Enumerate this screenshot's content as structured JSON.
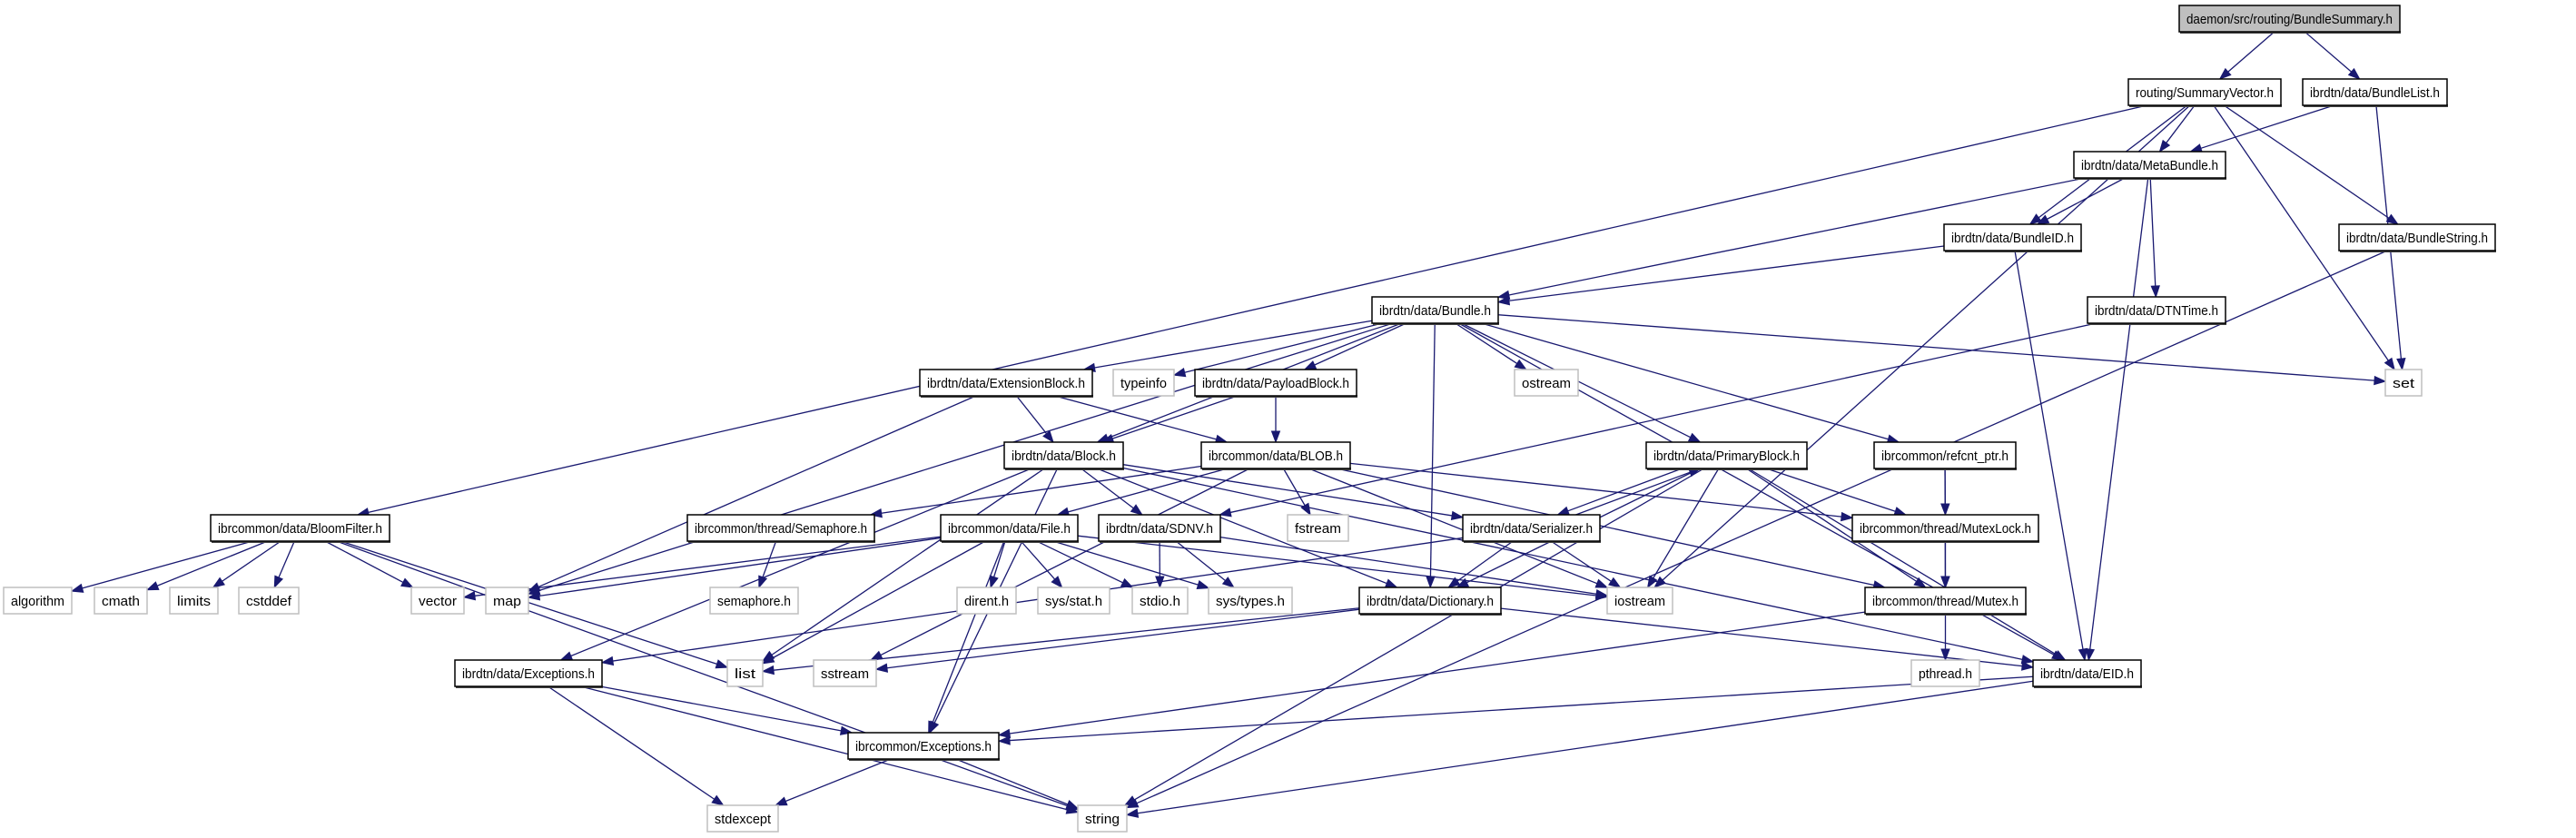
{
  "colors": {
    "edge": "#191970",
    "root_fill": "#bfbfbf",
    "external_border": "#bfbfbf",
    "documented_border": "#000000"
  },
  "nodes": [
    {
      "id": "root",
      "label": "daemon/src/routing/BundleSummary.h",
      "kind": "root"
    },
    {
      "id": "sv",
      "label": "routing/SummaryVector.h",
      "kind": "doc"
    },
    {
      "id": "bl",
      "label": "ibrdtn/data/BundleList.h",
      "kind": "doc"
    },
    {
      "id": "mb",
      "label": "ibrdtn/data/MetaBundle.h",
      "kind": "doc"
    },
    {
      "id": "bid",
      "label": "ibrdtn/data/BundleID.h",
      "kind": "doc"
    },
    {
      "id": "bs",
      "label": "ibrdtn/data/BundleString.h",
      "kind": "doc"
    },
    {
      "id": "bundle",
      "label": "ibrdtn/data/Bundle.h",
      "kind": "doc"
    },
    {
      "id": "dtn",
      "label": "ibrdtn/data/DTNTime.h",
      "kind": "doc"
    },
    {
      "id": "ext",
      "label": "ibrdtn/data/ExtensionBlock.h",
      "kind": "doc"
    },
    {
      "id": "typeinfo",
      "label": "typeinfo",
      "kind": "ext"
    },
    {
      "id": "payload",
      "label": "ibrdtn/data/PayloadBlock.h",
      "kind": "doc"
    },
    {
      "id": "ostream",
      "label": "ostream",
      "kind": "ext"
    },
    {
      "id": "set",
      "label": "set",
      "kind": "ext"
    },
    {
      "id": "block",
      "label": "ibrdtn/data/Block.h",
      "kind": "doc"
    },
    {
      "id": "blob",
      "label": "ibrcommon/data/BLOB.h",
      "kind": "doc"
    },
    {
      "id": "primary",
      "label": "ibrdtn/data/PrimaryBlock.h",
      "kind": "doc"
    },
    {
      "id": "refcnt",
      "label": "ibrcommon/refcnt_ptr.h",
      "kind": "doc"
    },
    {
      "id": "bloom",
      "label": "ibrcommon/data/BloomFilter.h",
      "kind": "doc"
    },
    {
      "id": "sema",
      "label": "ibrcommon/thread/Semaphore.h",
      "kind": "doc"
    },
    {
      "id": "file",
      "label": "ibrcommon/data/File.h",
      "kind": "doc"
    },
    {
      "id": "sdnv",
      "label": "ibrdtn/data/SDNV.h",
      "kind": "doc"
    },
    {
      "id": "fstream",
      "label": "fstream",
      "kind": "ext"
    },
    {
      "id": "ser",
      "label": "ibrdtn/data/Serializer.h",
      "kind": "doc"
    },
    {
      "id": "mlock",
      "label": "ibrcommon/thread/MutexLock.h",
      "kind": "doc"
    },
    {
      "id": "algorithm",
      "label": "algorithm",
      "kind": "ext"
    },
    {
      "id": "cmath",
      "label": "cmath",
      "kind": "ext"
    },
    {
      "id": "limits",
      "label": "limits",
      "kind": "ext"
    },
    {
      "id": "cstddef",
      "label": "cstddef",
      "kind": "ext"
    },
    {
      "id": "vector",
      "label": "vector",
      "kind": "ext"
    },
    {
      "id": "map",
      "label": "map",
      "kind": "ext"
    },
    {
      "id": "semah",
      "label": "semaphore.h",
      "kind": "ext"
    },
    {
      "id": "dirent",
      "label": "dirent.h",
      "kind": "ext"
    },
    {
      "id": "sysstat",
      "label": "sys/stat.h",
      "kind": "ext"
    },
    {
      "id": "stdio",
      "label": "stdio.h",
      "kind": "ext"
    },
    {
      "id": "systypes",
      "label": "sys/types.h",
      "kind": "ext"
    },
    {
      "id": "iostream",
      "label": "iostream",
      "kind": "ext"
    },
    {
      "id": "dict",
      "label": "ibrdtn/data/Dictionary.h",
      "kind": "doc"
    },
    {
      "id": "mutex",
      "label": "ibrcommon/thread/Mutex.h",
      "kind": "doc"
    },
    {
      "id": "dexc",
      "label": "ibrdtn/data/Exceptions.h",
      "kind": "doc"
    },
    {
      "id": "list",
      "label": "list",
      "kind": "ext"
    },
    {
      "id": "sstream",
      "label": "sstream",
      "kind": "ext"
    },
    {
      "id": "pthread",
      "label": "pthread.h",
      "kind": "ext"
    },
    {
      "id": "eid",
      "label": "ibrdtn/data/EID.h",
      "kind": "doc"
    },
    {
      "id": "cexc",
      "label": "ibrcommon/Exceptions.h",
      "kind": "doc"
    },
    {
      "id": "stdexcept",
      "label": "stdexcept",
      "kind": "ext"
    },
    {
      "id": "string",
      "label": "string",
      "kind": "ext"
    }
  ],
  "edges": [
    [
      "root",
      "sv"
    ],
    [
      "root",
      "bl"
    ],
    [
      "sv",
      "bloom"
    ],
    [
      "sv",
      "mb"
    ],
    [
      "sv",
      "bid"
    ],
    [
      "sv",
      "bs"
    ],
    [
      "sv",
      "set"
    ],
    [
      "sv",
      "iostream"
    ],
    [
      "bl",
      "mb"
    ],
    [
      "bl",
      "set"
    ],
    [
      "mb",
      "bid"
    ],
    [
      "mb",
      "bundle"
    ],
    [
      "mb",
      "dtn"
    ],
    [
      "mb",
      "eid"
    ],
    [
      "bid",
      "bundle"
    ],
    [
      "bid",
      "eid"
    ],
    [
      "bs",
      "string"
    ],
    [
      "bundle",
      "ext"
    ],
    [
      "bundle",
      "typeinfo"
    ],
    [
      "bundle",
      "payload"
    ],
    [
      "bundle",
      "ostream"
    ],
    [
      "bundle",
      "set"
    ],
    [
      "bundle",
      "block"
    ],
    [
      "bundle",
      "map"
    ],
    [
      "bundle",
      "primary"
    ],
    [
      "bundle",
      "refcnt"
    ],
    [
      "bundle",
      "dict"
    ],
    [
      "bundle",
      "eid"
    ],
    [
      "dtn",
      "sdnv"
    ],
    [
      "ext",
      "block"
    ],
    [
      "ext",
      "blob"
    ],
    [
      "ext",
      "map"
    ],
    [
      "payload",
      "block"
    ],
    [
      "payload",
      "blob"
    ],
    [
      "block",
      "dexc"
    ],
    [
      "block",
      "list"
    ],
    [
      "block",
      "sdnv"
    ],
    [
      "block",
      "dict"
    ],
    [
      "block",
      "ser"
    ],
    [
      "block",
      "eid"
    ],
    [
      "block",
      "cexc"
    ],
    [
      "blob",
      "sema"
    ],
    [
      "blob",
      "file"
    ],
    [
      "blob",
      "fstream"
    ],
    [
      "blob",
      "sstream"
    ],
    [
      "blob",
      "mutex"
    ],
    [
      "blob",
      "mlock"
    ],
    [
      "blob",
      "iostream"
    ],
    [
      "primary",
      "ser"
    ],
    [
      "primary",
      "dict"
    ],
    [
      "primary",
      "iostream"
    ],
    [
      "primary",
      "mutex"
    ],
    [
      "primary",
      "mlock"
    ],
    [
      "primary",
      "eid"
    ],
    [
      "primary",
      "string"
    ],
    [
      "ser",
      "primary"
    ],
    [
      "ser",
      "dict"
    ],
    [
      "ser",
      "iostream"
    ],
    [
      "ser",
      "dexc"
    ],
    [
      "refcnt",
      "mlock"
    ],
    [
      "refcnt",
      "mutex"
    ],
    [
      "bloom",
      "algorithm"
    ],
    [
      "bloom",
      "cmath"
    ],
    [
      "bloom",
      "limits"
    ],
    [
      "bloom",
      "cstddef"
    ],
    [
      "bloom",
      "vector"
    ],
    [
      "bloom",
      "list"
    ],
    [
      "bloom",
      "string"
    ],
    [
      "sema",
      "semah"
    ],
    [
      "file",
      "vector"
    ],
    [
      "file",
      "map"
    ],
    [
      "file",
      "list"
    ],
    [
      "file",
      "cexc"
    ],
    [
      "file",
      "dirent"
    ],
    [
      "file",
      "sysstat"
    ],
    [
      "file",
      "stdio"
    ],
    [
      "file",
      "systypes"
    ],
    [
      "file",
      "iostream"
    ],
    [
      "sdnv",
      "stdio"
    ],
    [
      "sdnv",
      "systypes"
    ],
    [
      "sdnv",
      "iostream"
    ],
    [
      "mlock",
      "mutex"
    ],
    [
      "dict",
      "list"
    ],
    [
      "dict",
      "sstream"
    ],
    [
      "dict",
      "eid"
    ],
    [
      "mutex",
      "pthread"
    ],
    [
      "mutex",
      "cexc"
    ],
    [
      "dexc",
      "cexc"
    ],
    [
      "dexc",
      "stdexcept"
    ],
    [
      "dexc",
      "string"
    ],
    [
      "cexc",
      "stdexcept"
    ],
    [
      "cexc",
      "string"
    ],
    [
      "eid",
      "cexc"
    ],
    [
      "eid",
      "string"
    ]
  ]
}
